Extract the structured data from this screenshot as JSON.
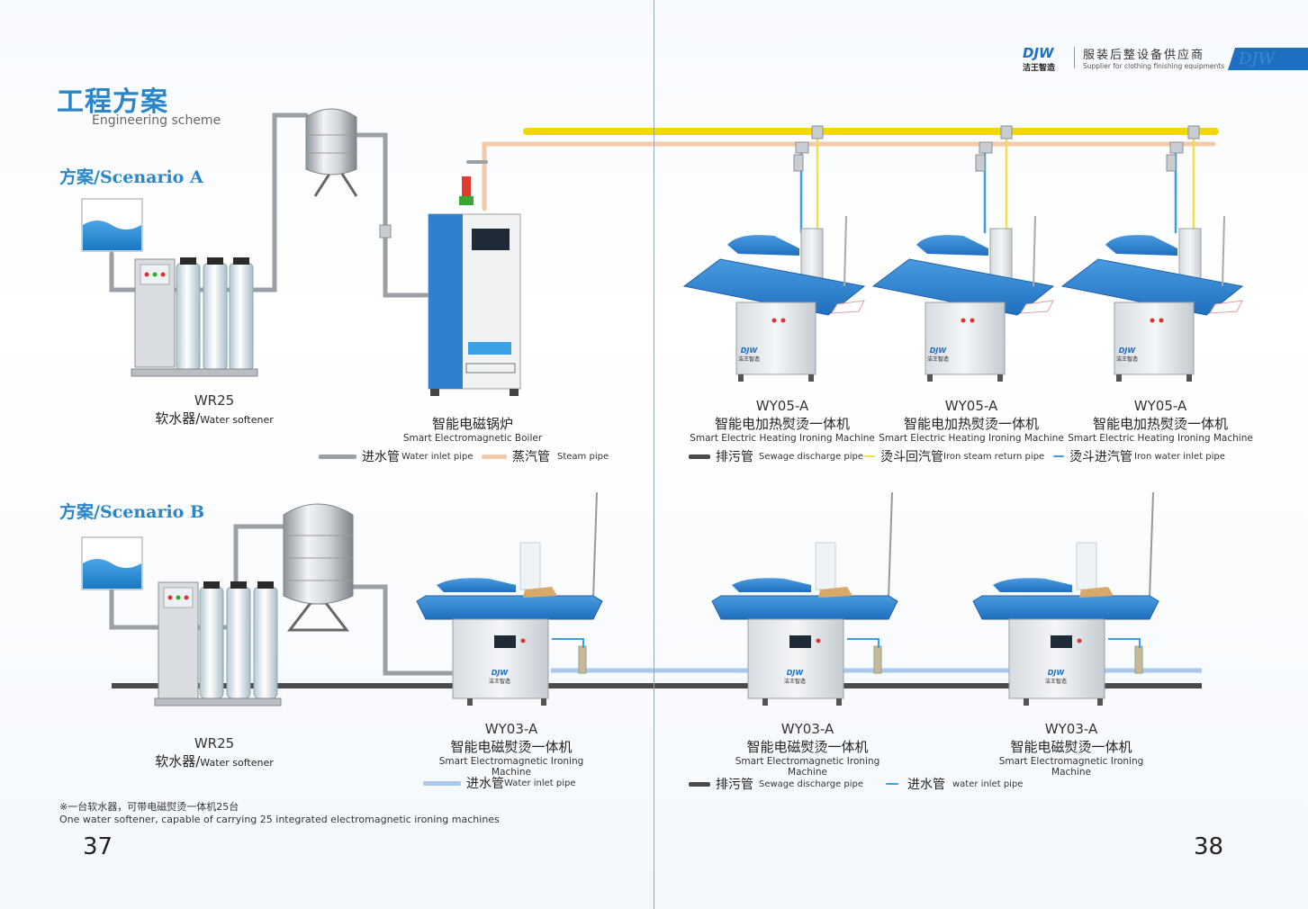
{
  "header": {
    "brand_logo": "DJW",
    "brand_cn": "洁王智造",
    "slogan_cn": "服装后整设备供应商",
    "slogan_en": "Supplier for clothing finishing equipments",
    "tab_watermark": "DJW"
  },
  "title": {
    "cn": "工程方案",
    "en": "Engineering scheme"
  },
  "scenario_a": {
    "heading": "方案/Scenario A",
    "softener": {
      "model": "WR25",
      "cn": "软水器/",
      "en": "Water softener"
    },
    "boiler": {
      "cn": "智能电磁锅炉",
      "en": "Smart Electromagnetic Boiler"
    },
    "machines": [
      {
        "model": "WY05-A",
        "cn": "智能电加热熨烫一体机",
        "en": "Smart Electric Heating Ironing Machine"
      },
      {
        "model": "WY05-A",
        "cn": "智能电加热熨烫一体机",
        "en": "Smart Electric Heating Ironing Machine"
      },
      {
        "model": "WY05-A",
        "cn": "智能电加热熨烫一体机",
        "en": "Smart Electric Heating Ironing Machine"
      }
    ],
    "legend_left": [
      {
        "cn": "进水管",
        "en": "Water inlet pipe",
        "color": "#9aa0a6"
      },
      {
        "cn": "蒸汽管",
        "en": "Steam pipe",
        "color": "#f3c9a8"
      }
    ],
    "legend_right": [
      {
        "cn": "排污管",
        "en": "Sewage discharge pipe",
        "color": "#4a4a4a"
      },
      {
        "cn": "烫斗回汽管",
        "en": "Iron steam return pipe",
        "color": "#f2e04a"
      },
      {
        "cn": "烫斗进汽管",
        "en": "Iron water inlet pipe",
        "color": "#3aa0e0"
      }
    ]
  },
  "scenario_b": {
    "heading": "方案/Scenario B",
    "softener": {
      "model": "WR25",
      "cn": "软水器/",
      "en": "Water softener"
    },
    "machines": [
      {
        "model": "WY03-A",
        "cn": "智能电磁熨烫一体机",
        "en": "Smart Electromagnetic Ironing Machine"
      },
      {
        "model": "WY03-A",
        "cn": "智能电磁熨烫一体机",
        "en": "Smart Electromagnetic Ironing Machine"
      },
      {
        "model": "WY03-A",
        "cn": "智能电磁熨烫一体机",
        "en": "Smart Electromagnetic Ironing Machine"
      }
    ],
    "legend_left": [
      {
        "cn": "进水管",
        "en": "Water inlet pipe",
        "color": "#a9c8ea"
      }
    ],
    "legend_right": [
      {
        "cn": "排污管",
        "en": "Sewage discharge pipe",
        "color": "#4a4a4a"
      },
      {
        "cn": "进水管",
        "en": "water inlet pipe",
        "color": "#3aa0e0"
      }
    ]
  },
  "note": {
    "cn": "※一台软水器，可带电磁熨烫一体机25台",
    "en": "One water softener, capable of carrying 25 integrated electromagnetic ironing machines"
  },
  "pages": {
    "left": "37",
    "right": "38"
  },
  "machine_badge": {
    "logo": "DJW",
    "cn": "洁王智造"
  },
  "colors": {
    "accent": "#2a86c8",
    "machine_blue": "#2f7fd0",
    "steam_main": "#f5d700",
    "water_pipe": "#9aa0a6"
  }
}
